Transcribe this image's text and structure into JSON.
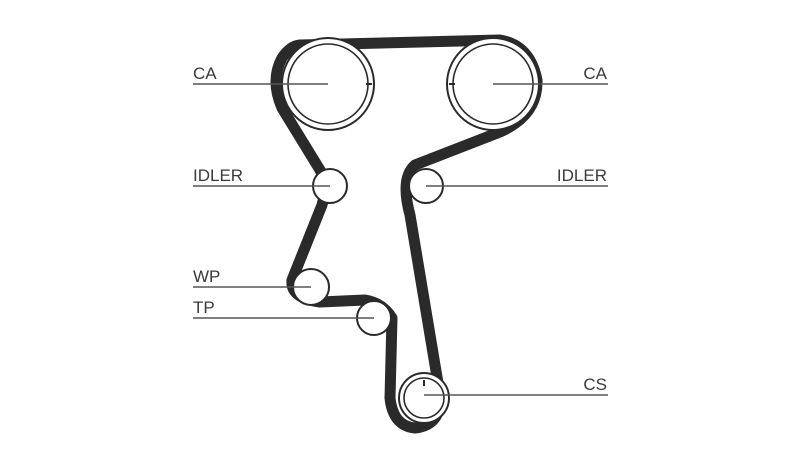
{
  "labels": {
    "camshaft_left": "CA",
    "camshaft_right": "CA",
    "idler_left": "IDLER",
    "idler_right": "IDLER",
    "water_pump": "WP",
    "tensioner": "TP",
    "crankshaft": "CS"
  },
  "colors": {
    "belt": "#2a2a2a",
    "leader": "#555555",
    "text": "#3a3a3a",
    "background": "#ffffff"
  }
}
